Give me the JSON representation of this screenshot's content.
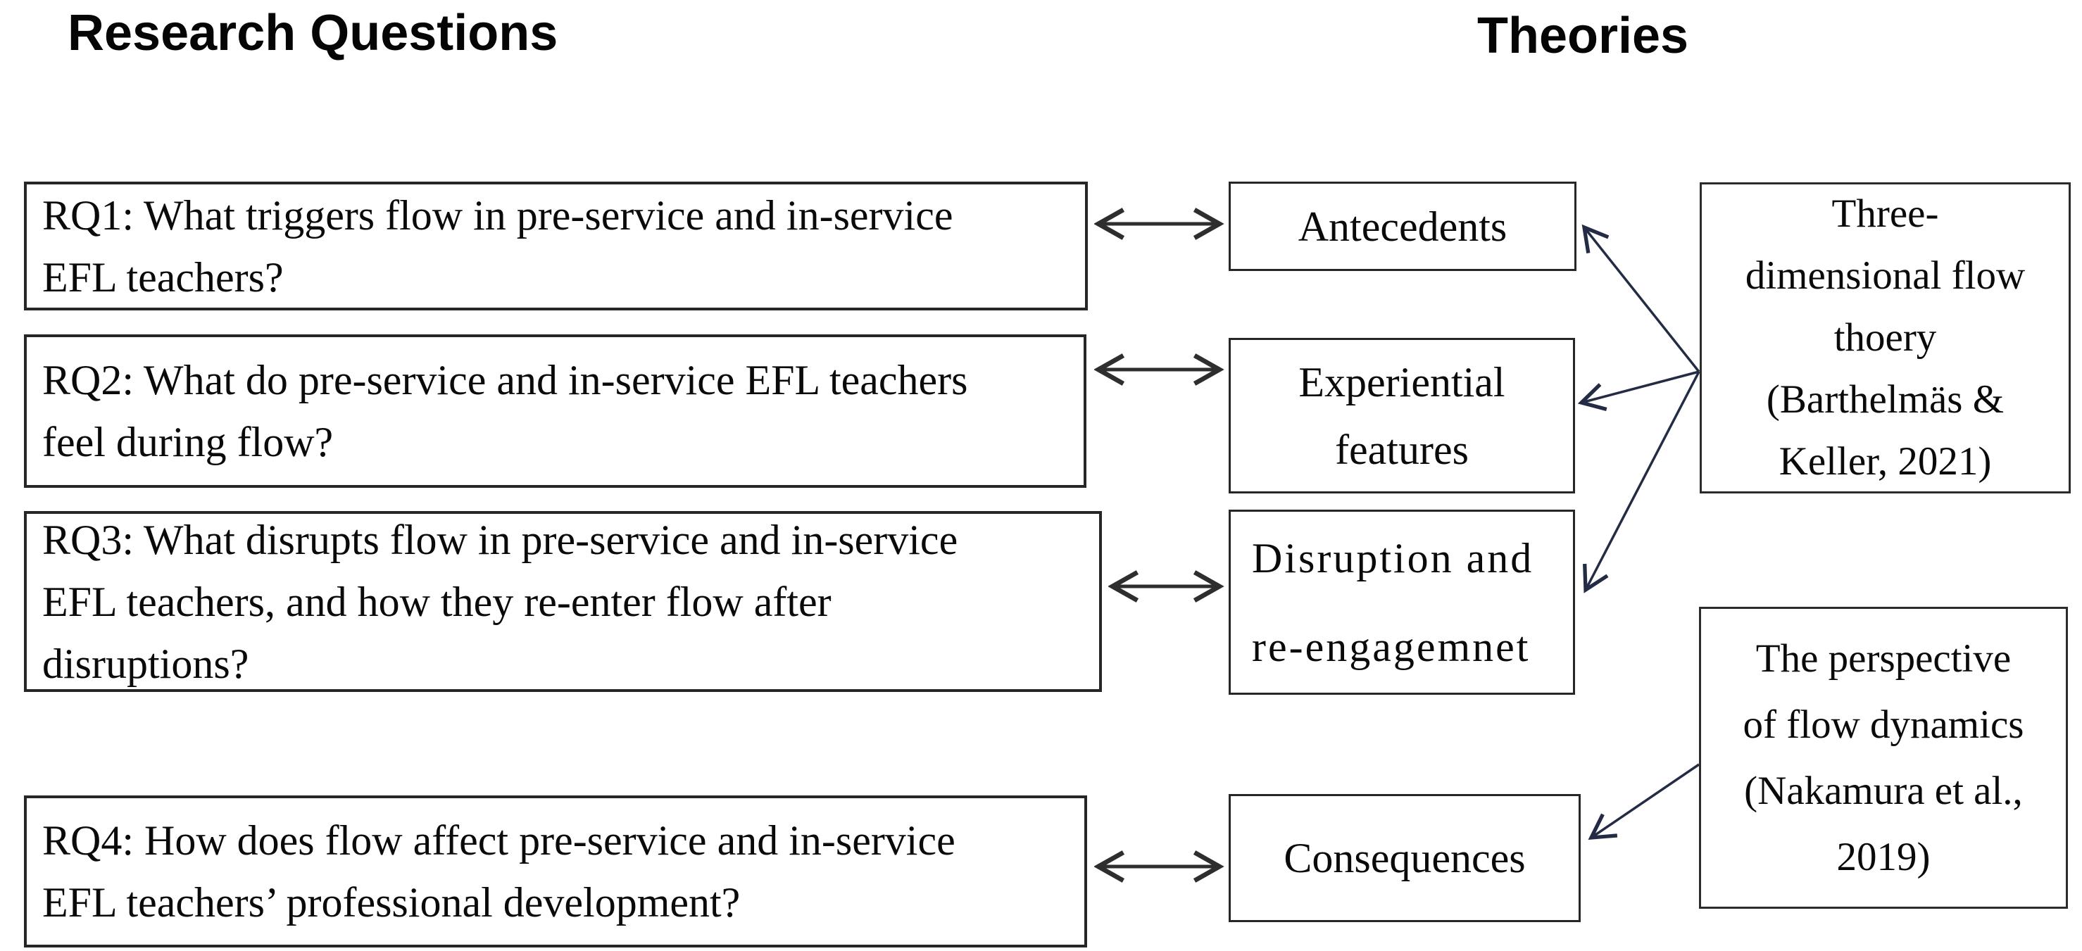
{
  "titles": {
    "research_questions": "Research Questions",
    "theories": "Theories"
  },
  "research_questions": [
    {
      "id": "RQ1",
      "text": "RQ1: What triggers flow in pre-service and in-service EFL teachers?",
      "lines": [
        "RQ1: What triggers flow in pre-service and in-service",
        "EFL teachers?"
      ]
    },
    {
      "id": "RQ2",
      "text": "RQ2: What do pre-service and in-service EFL teachers feel during flow?",
      "lines": [
        "RQ2: What do pre-service and in-service EFL teachers",
        "feel during flow?"
      ]
    },
    {
      "id": "RQ3",
      "text": "RQ3: What disrupts flow in pre-service and in-service EFL teachers, and how they re-enter flow after disruptions?",
      "lines": [
        "RQ3: What disrupts flow in pre-service and in-service",
        "EFL teachers, and how they re-enter flow after",
        "disruptions?"
      ]
    },
    {
      "id": "RQ4",
      "text": "RQ4: How does flow affect pre-service and in-service EFL teachers’ professional development?",
      "lines": [
        "RQ4: How does flow affect pre-service and in-service",
        "EFL teachers’ professional development?"
      ]
    }
  ],
  "flow_components": [
    {
      "label": "Antecedents",
      "lines": [
        "Antecedents"
      ]
    },
    {
      "label": "Experiential features",
      "lines": [
        "Experiential",
        "features"
      ]
    },
    {
      "label": "Disruption and re-engagemnet",
      "lines": [
        "Disruption and",
        "re-engagemnet"
      ]
    },
    {
      "label": "Consequences",
      "lines": [
        "Consequences"
      ]
    }
  ],
  "theories": [
    {
      "label": "Three-dimensional flow thoery (Barthelmäs & Keller, 2021)",
      "lines": [
        "Three-",
        "dimensional flow",
        "thoery",
        "(Barthelmäs &",
        "Keller, 2021)"
      ]
    },
    {
      "label": "The perspective of flow dynamics (Nakamura et al., 2019)",
      "lines": [
        "The perspective",
        "of flow dynamics",
        "(Nakamura et al.,",
        "2019)"
      ]
    }
  ],
  "connections": {
    "bidirectional": [
      "RQ1 ↔ Antecedents",
      "RQ2 ↔ Experiential features",
      "RQ3 ↔ Disruption and re-engagemnet",
      "RQ4 ↔ Consequences"
    ],
    "directional": [
      "Three-dimensional flow thoery → Antecedents",
      "Three-dimensional flow thoery → Experiential features",
      "Three-dimensional flow thoery → Disruption and re-engagemnet",
      "The perspective of flow dynamics → Consequences"
    ]
  },
  "colors": {
    "background": "#ffffff",
    "box_border": "#262626",
    "text": "#0a0a0a",
    "horizontal_arrow": "#2e2e2e",
    "diagonal_arrow": "#232c44"
  }
}
